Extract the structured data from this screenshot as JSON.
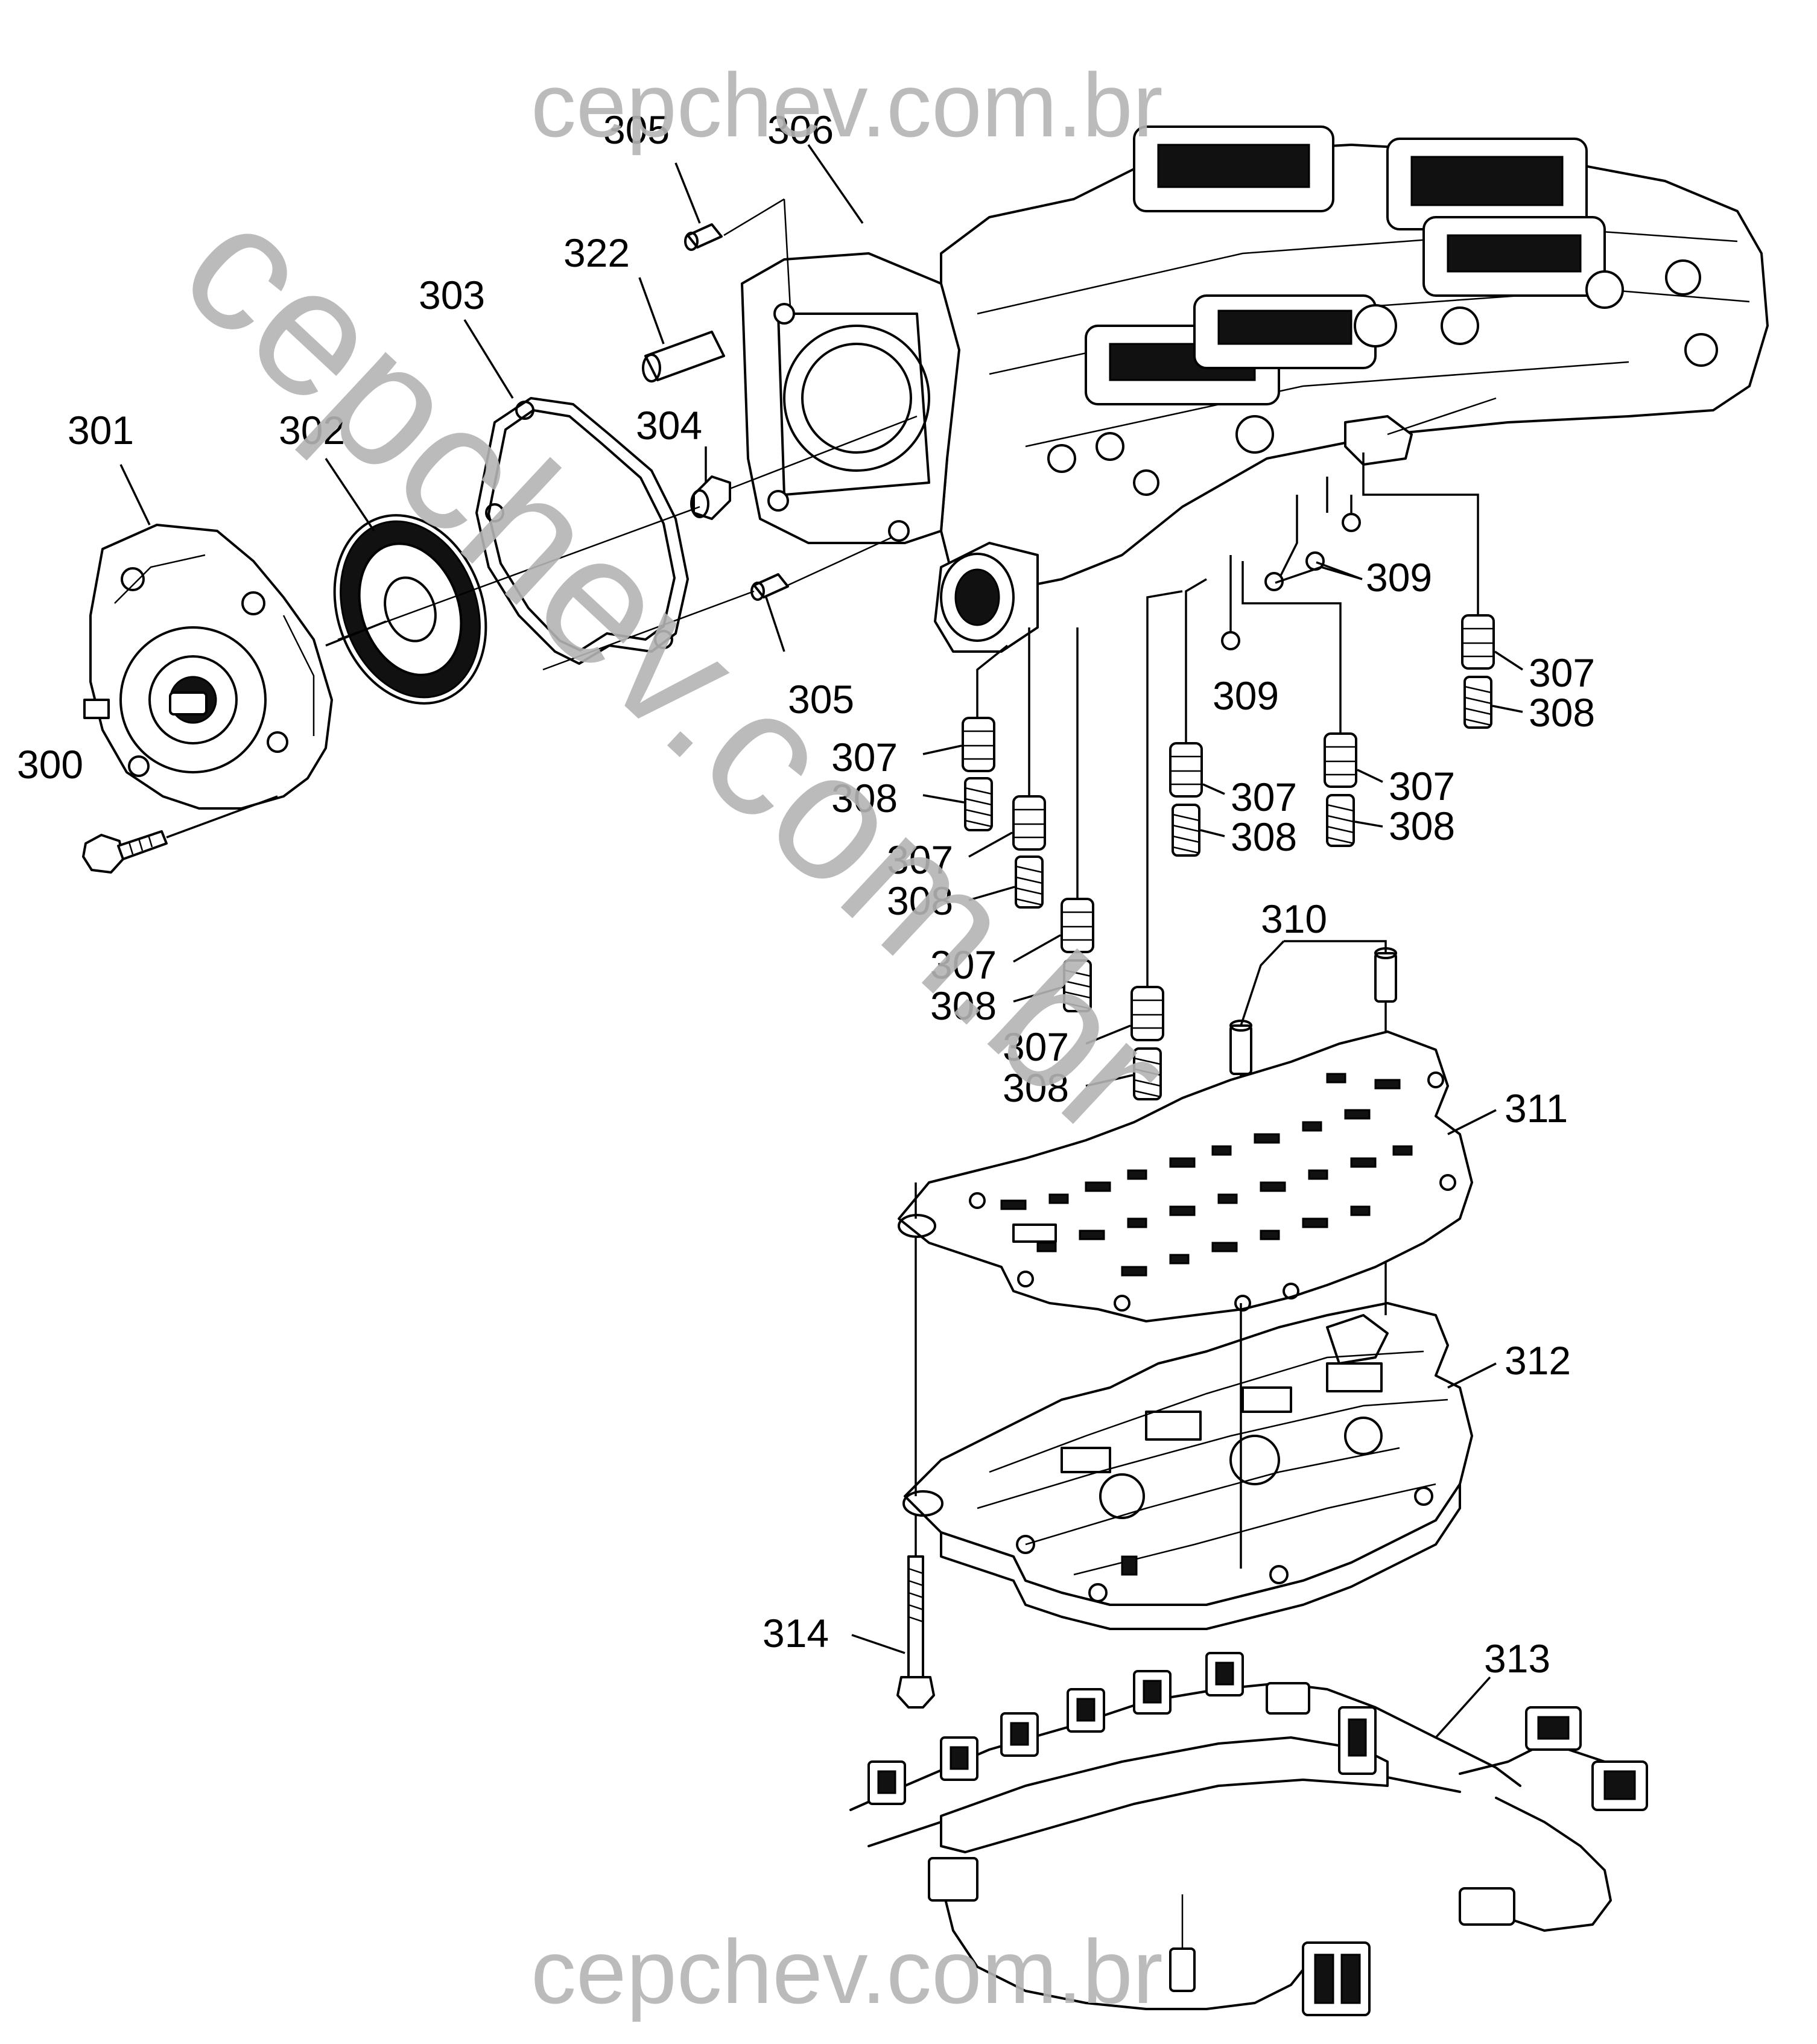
{
  "watermark": {
    "top": "cepchev.com.br",
    "bottom": "cepchev.com.br",
    "diagonal": "cepchev.com.br"
  },
  "callouts": {
    "c300": "300",
    "c301": "301",
    "c302": "302",
    "c303": "303",
    "c304": "304",
    "c305a": "305",
    "c305b": "305",
    "c306": "306",
    "c307a": "307",
    "c307b": "307",
    "c307c": "307",
    "c307d": "307",
    "c307e": "307",
    "c307f": "307",
    "c307g": "307",
    "c308a": "308",
    "c308b": "308",
    "c308c": "308",
    "c308d": "308",
    "c308e": "308",
    "c308f": "308",
    "c308g": "308",
    "c309a": "309",
    "c309b": "309",
    "c310": "310",
    "c311": "311",
    "c312": "312",
    "c313": "313",
    "c314": "314",
    "c322": "322"
  },
  "colors": {
    "ink": "#000000",
    "watermark": "#b4b4b4",
    "background": "#ffffff"
  }
}
